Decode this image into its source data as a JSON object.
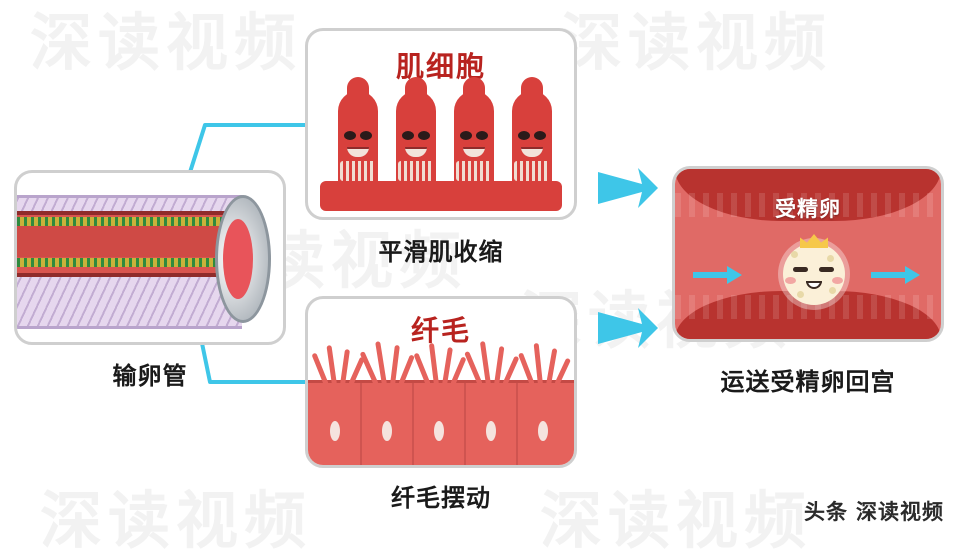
{
  "watermarks": {
    "w1": "深读视频",
    "w2": "深读视频",
    "w3": "深读视频",
    "w4": "深读视频",
    "w5": "深读视频",
    "w6": "深读视频"
  },
  "panels": {
    "tube": {
      "caption": "输卵管",
      "name": "fallopian-tube-cross-section"
    },
    "muscle": {
      "title": "肌细胞",
      "caption": "平滑肌收缩",
      "cell_count": 4
    },
    "cilia": {
      "title": "纤毛",
      "caption": "纤毛摆动",
      "tuft_count": 5
    },
    "result": {
      "label": "受精卵",
      "caption": "运送受精卵回宫",
      "inner_arrow_count": 2
    }
  },
  "arrows": {
    "muscle_to_result": "→",
    "cilia_to_result": "→",
    "color": "#3ec6e8"
  },
  "colors": {
    "accent_blue": "#3ec6e8",
    "title_red": "#b8231f",
    "tissue_red": "#d8403c",
    "panel_border": "#cfcfcf",
    "egg_cream": "#fbf0d8",
    "purple_wall": "#e6d7ee"
  },
  "brand": {
    "logo": "头条",
    "name": "深读视频"
  }
}
